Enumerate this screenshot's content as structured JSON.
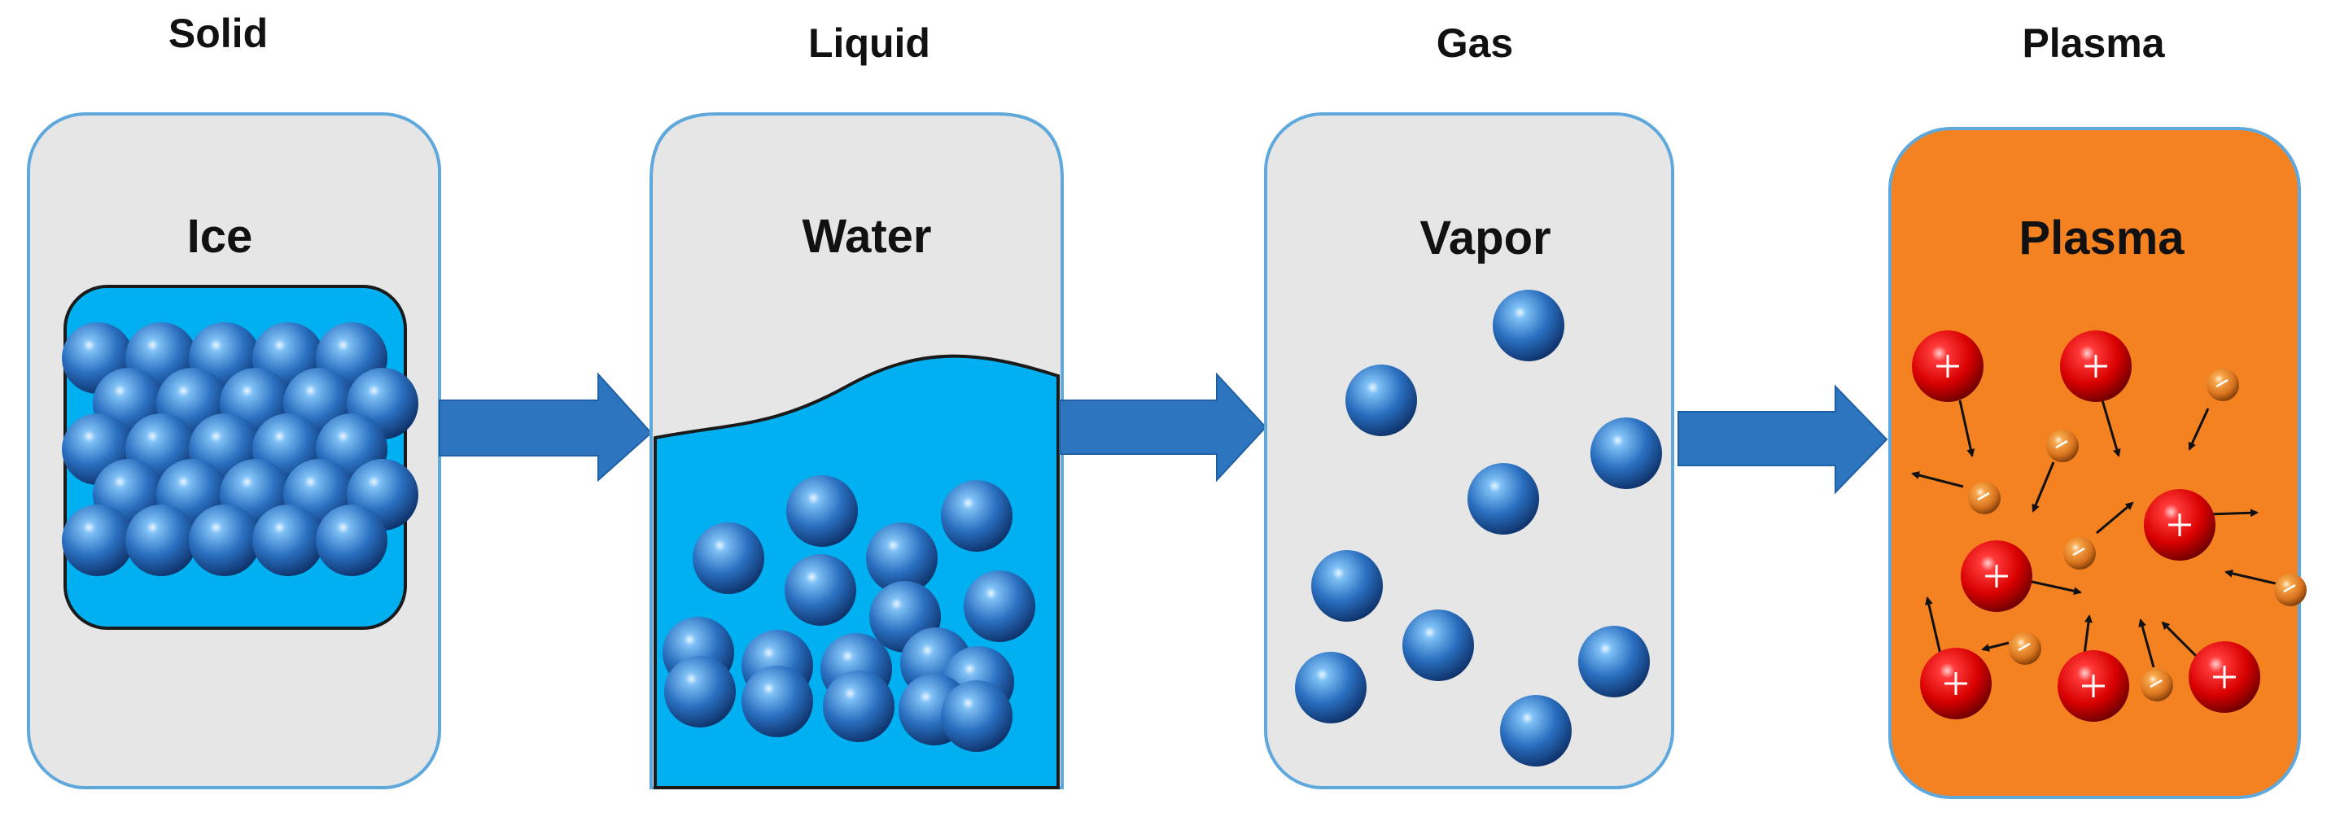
{
  "phases": [
    {
      "key": "solid",
      "heading": "Solid",
      "box_label": "Ice",
      "fill": "#e6e6e6"
    },
    {
      "key": "liquid",
      "heading": "Liquid",
      "box_label": "Water",
      "fill": "#e6e6e6"
    },
    {
      "key": "gas",
      "heading": "Gas",
      "box_label": "Vapor",
      "fill": "#e6e6e6"
    },
    {
      "key": "plasma",
      "heading": "Plasma",
      "box_label": "Plasma",
      "fill": "#f58220"
    }
  ],
  "colors": {
    "box_border": "#5fa8dc",
    "water": "#00b0f0",
    "arrow": "#2e75c0",
    "molecule": "#2a6fc0",
    "ion": "#e00000",
    "electron": "#e8852a"
  }
}
